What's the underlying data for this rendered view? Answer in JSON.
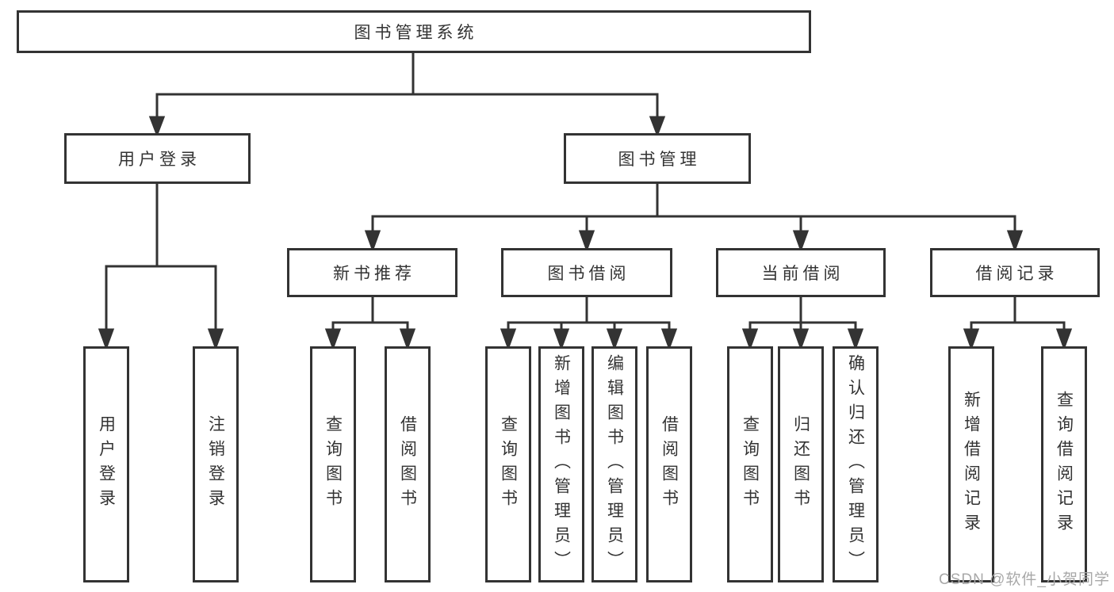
{
  "tree": {
    "root": {
      "label": "图书管理系统"
    },
    "level1": [
      {
        "label": "用户登录"
      },
      {
        "label": "图书管理"
      }
    ],
    "level2": [
      {
        "label": "新书推荐",
        "parent": "图书管理"
      },
      {
        "label": "图书借阅",
        "parent": "图书管理"
      },
      {
        "label": "当前借阅",
        "parent": "图书管理"
      },
      {
        "label": "借阅记录",
        "parent": "图书管理"
      }
    ],
    "leaves": [
      {
        "label": "用户登录",
        "parent": "用户登录"
      },
      {
        "label": "注销登录",
        "parent": "用户登录"
      },
      {
        "label": "查询图书",
        "parent": "新书推荐"
      },
      {
        "label": "借阅图书",
        "parent": "新书推荐"
      },
      {
        "label": "查询图书",
        "parent": "图书借阅"
      },
      {
        "label": "新增图书（管理员）",
        "parent": "图书借阅"
      },
      {
        "label": "编辑图书（管理员）",
        "parent": "图书借阅"
      },
      {
        "label": "借阅图书",
        "parent": "图书借阅"
      },
      {
        "label": "查询图书",
        "parent": "当前借阅"
      },
      {
        "label": "归还图书",
        "parent": "当前借阅"
      },
      {
        "label": "确认归还（管理员）",
        "parent": "当前借阅"
      },
      {
        "label": "新增借阅记录",
        "parent": "借阅记录"
      },
      {
        "label": "查询借阅记录",
        "parent": "借阅记录"
      }
    ]
  },
  "watermark": {
    "text": "CSDN @软件_小贺同学"
  },
  "colors": {
    "line": "#333333",
    "box_background": "#ffffff",
    "text": "#333333",
    "watermark": "#a8a8a8"
  }
}
